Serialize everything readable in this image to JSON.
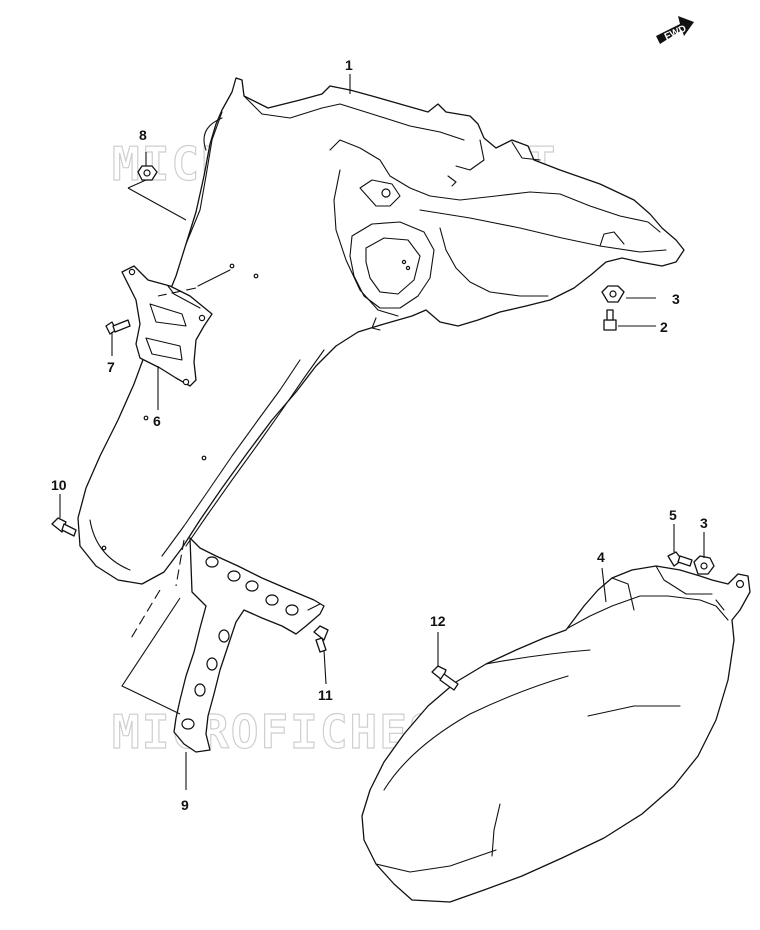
{
  "watermark": "MICROFICHES.NET",
  "direction_badge": "FWD",
  "callouts": {
    "c1": "1",
    "c2": "2",
    "c3a": "3",
    "c3b": "3",
    "c4": "4",
    "c5": "5",
    "c6": "6",
    "c7": "7",
    "c8": "8",
    "c9": "9",
    "c10": "10",
    "c11": "11",
    "c12": "12"
  }
}
